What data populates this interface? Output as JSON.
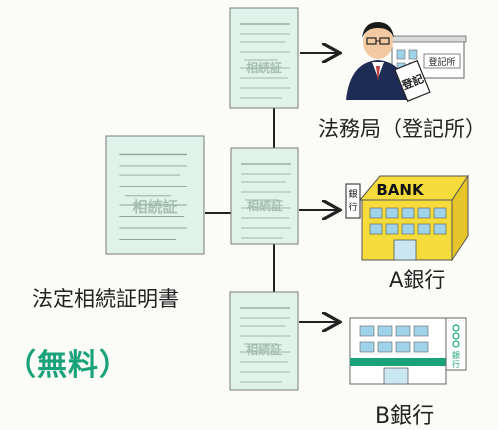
{
  "nodes": {
    "certificate_label": "法定相続証明書",
    "legal_office_label": "法務局（登記所）",
    "bank_a_label": "A銀行",
    "bank_b_label": "B銀行",
    "free_badge": "（無料）"
  },
  "sign_texts": {
    "registry_sign": "登記所",
    "registration_card": "登記",
    "bank_name": "BANK",
    "bank_a_side_sign": "銀行",
    "bank_b_sign_top": "○○○",
    "bank_b_sign_bottom": "銀行"
  },
  "colors": {
    "doc_fill": "#dff3ea",
    "doc_border": "#7a7a7a",
    "accent_green": "#1aa37a",
    "arrow": "#222222",
    "bank_yellow": "#f6dc3a",
    "building_blue": "#9fd3ea",
    "person_suit": "#1d2c55",
    "person_skin": "#f2c9a0"
  }
}
